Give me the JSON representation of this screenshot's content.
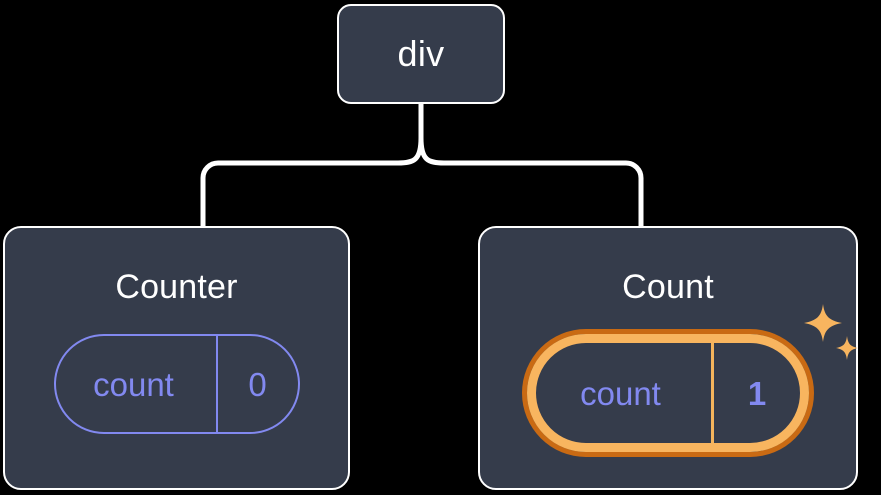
{
  "diagram": {
    "type": "component-tree",
    "background_color": "#000000",
    "node_fill": "#353C4B",
    "node_border": "#FFFFFF",
    "accent_purple": "#8289F0",
    "accent_orange_light": "#F8B55F",
    "accent_orange_dark": "#C96A13",
    "root": {
      "label": "div"
    },
    "children": [
      {
        "id": "counter",
        "title": "Counter",
        "state": {
          "key": "count",
          "value": "0"
        },
        "highlighted": false,
        "sparkles": false
      },
      {
        "id": "count",
        "title": "Count",
        "state": {
          "key": "count",
          "value": "1"
        },
        "highlighted": true,
        "sparkles": true,
        "sparkle_icons": [
          "sparkle-large",
          "sparkle-small"
        ]
      }
    ]
  }
}
